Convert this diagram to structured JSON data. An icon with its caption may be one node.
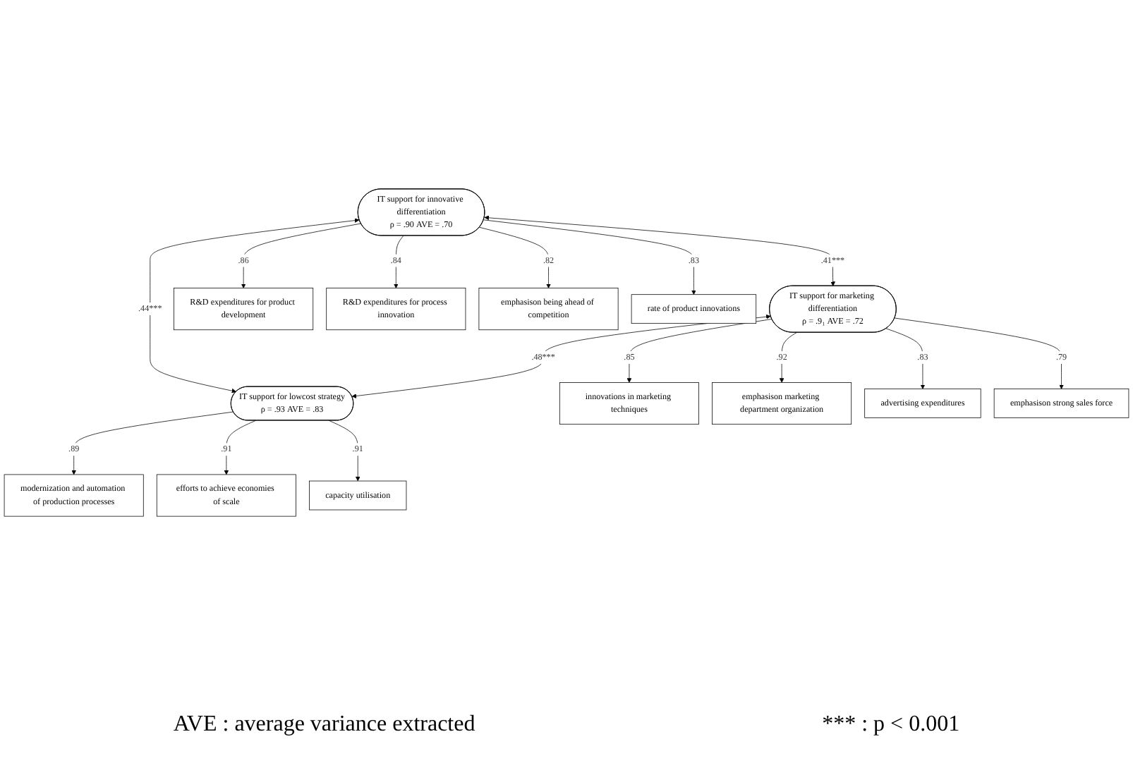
{
  "diagram": {
    "nodes": [
      {
        "text": [
          "IT support for innovative differentiation",
          "ρ = .90 AVE = .70"
        ]
      },
      {
        "text": [
          "IT support for marketing differentiation",
          "ρ = .9₁ AVE = .72"
        ]
      },
      {
        "text": [
          "IT support for lowcost strategy",
          "ρ = .93 AVE = .83"
        ]
      },
      {
        "text": [
          "R&D expenditures for product development"
        ]
      },
      {
        "text": [
          "R&D expenditures for process innovation"
        ]
      },
      {
        "text": [
          "emphasison being ahead of competition"
        ]
      },
      {
        "text": [
          "rate of product innovations"
        ]
      },
      {
        "text": [
          "innovations in marketing techniques"
        ]
      },
      {
        "text": [
          "emphasison marketing department organization"
        ]
      },
      {
        "text": [
          "advertising expenditures"
        ]
      },
      {
        "text": [
          "emphasison strong sales force"
        ]
      },
      {
        "text": [
          "modernization and automation of production processes"
        ]
      },
      {
        "text": [
          "efforts to achieve economies of scale"
        ]
      },
      {
        "text": [
          "capacity utilisation"
        ]
      }
    ],
    "edges": [
      {
        "from": 0,
        "to": 2,
        "arrow": "both",
        "label": ".44***"
      },
      {
        "from": 0,
        "to": 1,
        "arrow": "both",
        "label": ".41***"
      },
      {
        "from": 1,
        "to": 2,
        "arrow": "both",
        "label": ".48***"
      },
      {
        "from": 0,
        "to": 3,
        "arrow": "to",
        "label": ".86"
      },
      {
        "from": 0,
        "to": 4,
        "arrow": "to",
        "label": ".84"
      },
      {
        "from": 0,
        "to": 5,
        "arrow": "to",
        "label": ".82"
      },
      {
        "from": 0,
        "to": 6,
        "arrow": "to",
        "label": ".83"
      },
      {
        "from": 1,
        "to": 7,
        "arrow": "to",
        "label": ".85"
      },
      {
        "from": 1,
        "to": 8,
        "arrow": "to",
        "label": ".92"
      },
      {
        "from": 1,
        "to": 9,
        "arrow": "to",
        "label": ".83"
      },
      {
        "from": 1,
        "to": 10,
        "arrow": "to",
        "label": ".79"
      },
      {
        "from": 2,
        "to": 11,
        "arrow": "to",
        "label": ".89"
      },
      {
        "from": 2,
        "to": 12,
        "arrow": "to",
        "label": ".91"
      },
      {
        "from": 2,
        "to": 13,
        "arrow": "to",
        "label": ".91"
      }
    ],
    "labels": [
      "AVE : average variance extracted",
      "*** : p < 0.001"
    ]
  }
}
